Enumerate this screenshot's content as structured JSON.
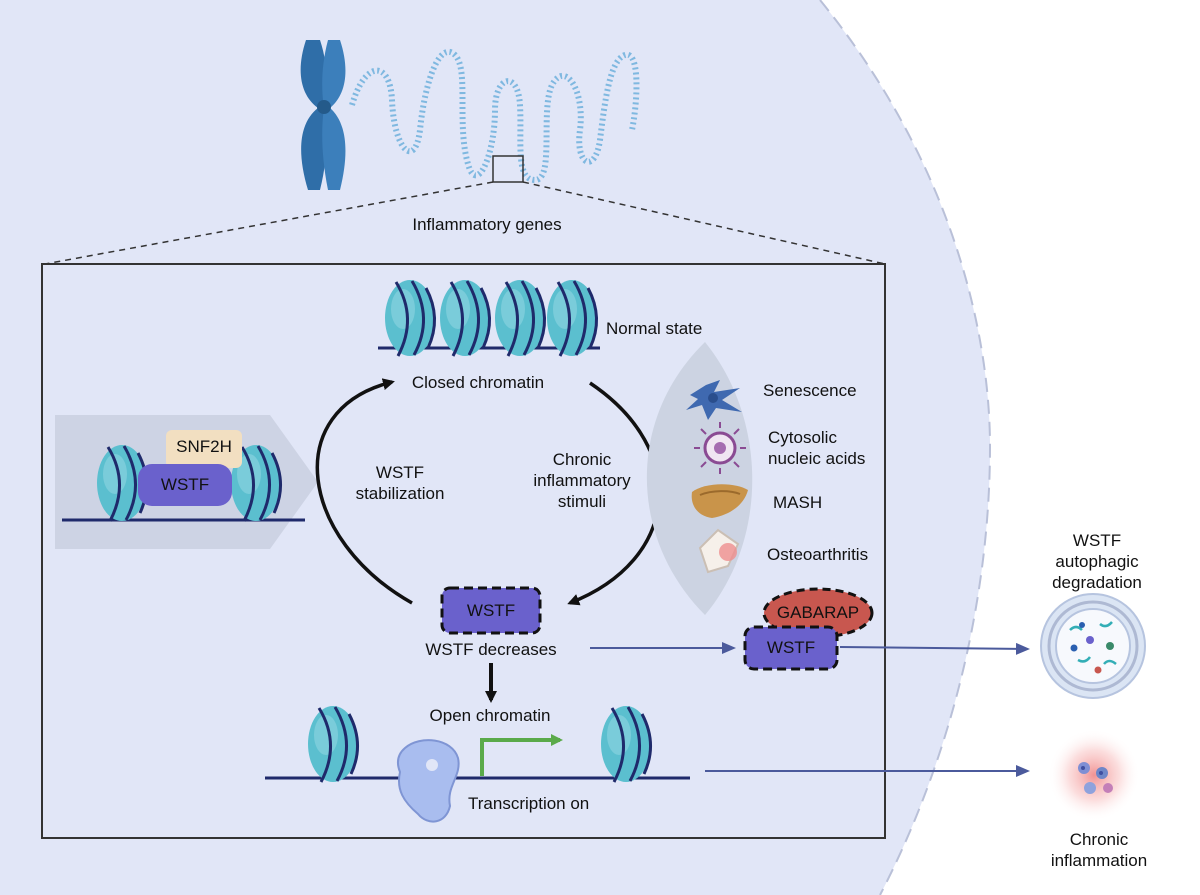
{
  "header": {
    "genes_label": "Inflammatory genes"
  },
  "states": {
    "normal": "Normal state",
    "closed": "Closed chromatin",
    "open": "Open chromatin",
    "transcription": "Transcription on"
  },
  "cycle": {
    "left_arrow": "WSTF\nstabilization",
    "right_arrow": "Chronic\ninflammatory\nstimuli",
    "decrease_label": "WSTF decreases"
  },
  "proteins": {
    "snf2h": "SNF2H",
    "wstf": "WSTF",
    "gabarap": "GABARAP"
  },
  "stimuli": [
    {
      "label": "Senescence",
      "icon": "senescent-cell-icon"
    },
    {
      "label": "Cytosolic\nnucleic acids",
      "icon": "virus-icon"
    },
    {
      "label": "MASH",
      "icon": "liver-icon"
    },
    {
      "label": "Osteoarthritis",
      "icon": "joint-icon"
    }
  ],
  "outcomes": {
    "degradation": "WSTF autophagic\ndegradation",
    "inflammation": "Chronic\ninflammation"
  },
  "colors": {
    "nucleus_bg": "#e1e6f7",
    "nucleosome": "#5bbfcf",
    "dna": "#1f2a6b",
    "wstf": "#6a61cc",
    "snf2h": "#f2dfc1",
    "gabarap": "#c8574f",
    "arrow_blue": "#4b5a9c",
    "tss_green": "#5aaa4a"
  }
}
